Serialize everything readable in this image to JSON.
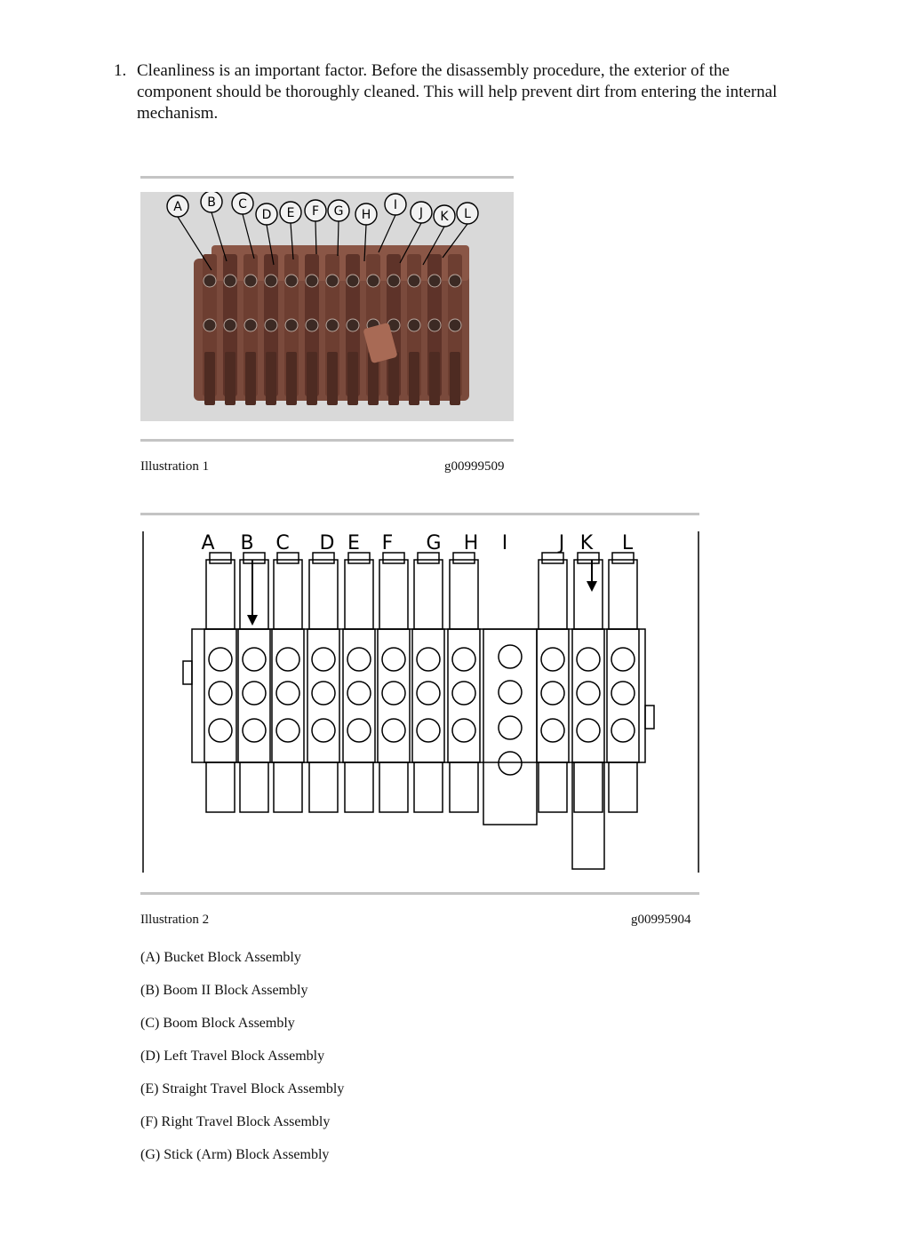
{
  "step": {
    "number": "1.",
    "text": "Cleanliness is an important factor. Before the disassembly procedure, the exterior of the component should be thoroughly cleaned. This will help prevent dirt from entering the internal mechanism."
  },
  "illustration1": {
    "caption": "Illustration 1",
    "id": "g00999509",
    "callouts": [
      "A",
      "B",
      "C",
      "D",
      "E",
      "F",
      "G",
      "H",
      "I",
      "J",
      "K",
      "L"
    ]
  },
  "illustration2": {
    "caption": "Illustration 2",
    "id": "g00995904",
    "labels": [
      "A",
      "B",
      "C",
      "D",
      "E",
      "F",
      "G",
      "H",
      "I",
      "J",
      "K",
      "L"
    ]
  },
  "legend": [
    "(A) Bucket Block Assembly",
    "(B) Boom II Block Assembly",
    "(C) Boom Block Assembly",
    "(D) Left Travel Block Assembly",
    "(E) Straight Travel Block Assembly",
    "(F) Right Travel Block Assembly",
    "(G) Stick (Arm) Block Assembly"
  ]
}
